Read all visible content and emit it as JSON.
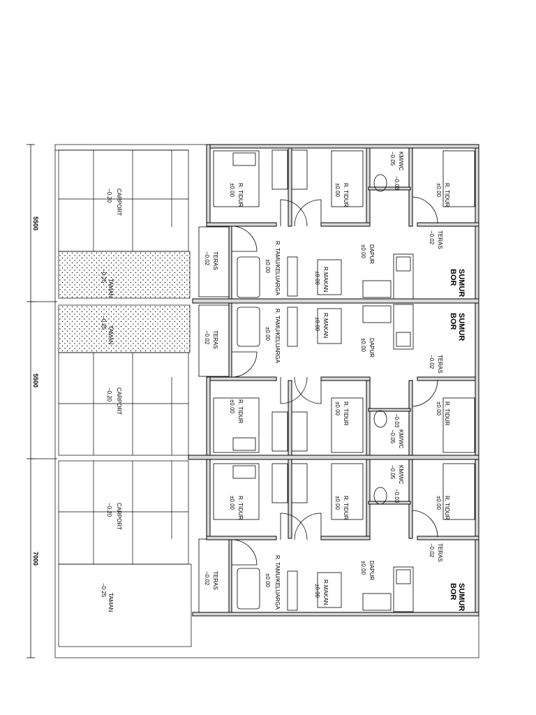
{
  "dimensions": {
    "d1": "5500",
    "d2": "5500",
    "d3": "7000"
  },
  "labels": {
    "carport": "CARPORT",
    "taman": "TAMAN",
    "teras": "TERAS",
    "tamu": "R. TAMU/KELUARGA",
    "makan": "R.MAKAN",
    "dapur": "DAPUR",
    "tidur": "R. TIDUR",
    "kmwc": "KM/WC",
    "sumur": "SUMUR",
    "bor": "BOR"
  },
  "levels": {
    "carport": "−0.20",
    "taman": "−0.25",
    "teras": "−0.02",
    "floor": "±0.00",
    "kmwc": "−0.05",
    "shower": "−0.03"
  }
}
